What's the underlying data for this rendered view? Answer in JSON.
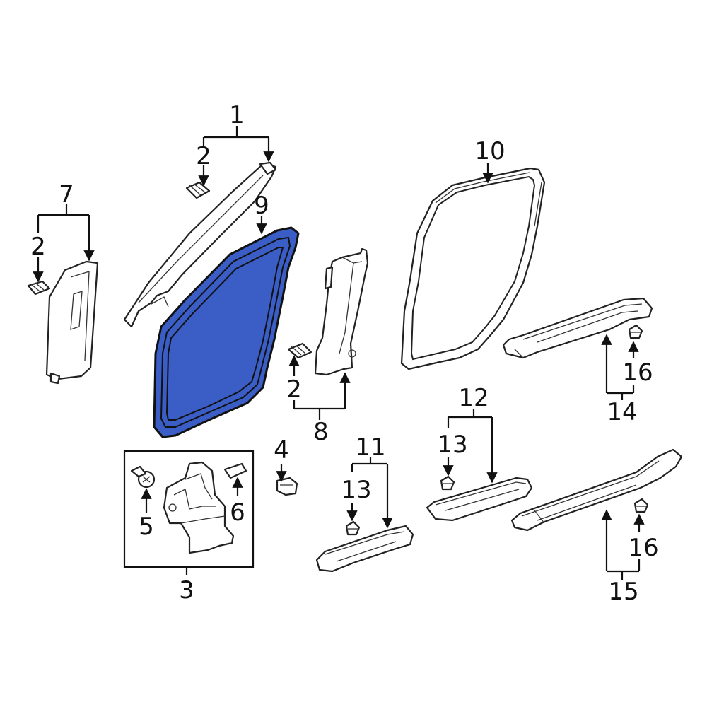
{
  "highlight_color": "#3a5dc6",
  "callouts": {
    "c1": "1",
    "c2a": "2",
    "c2b": "2",
    "c2c": "2",
    "c3": "3",
    "c4": "4",
    "c5": "5",
    "c6": "6",
    "c7": "7",
    "c8": "8",
    "c9": "9",
    "c10": "10",
    "c11": "11",
    "c12": "12",
    "c13a": "13",
    "c13b": "13",
    "c14": "14",
    "c15": "15",
    "c16a": "16",
    "c16b": "16"
  }
}
